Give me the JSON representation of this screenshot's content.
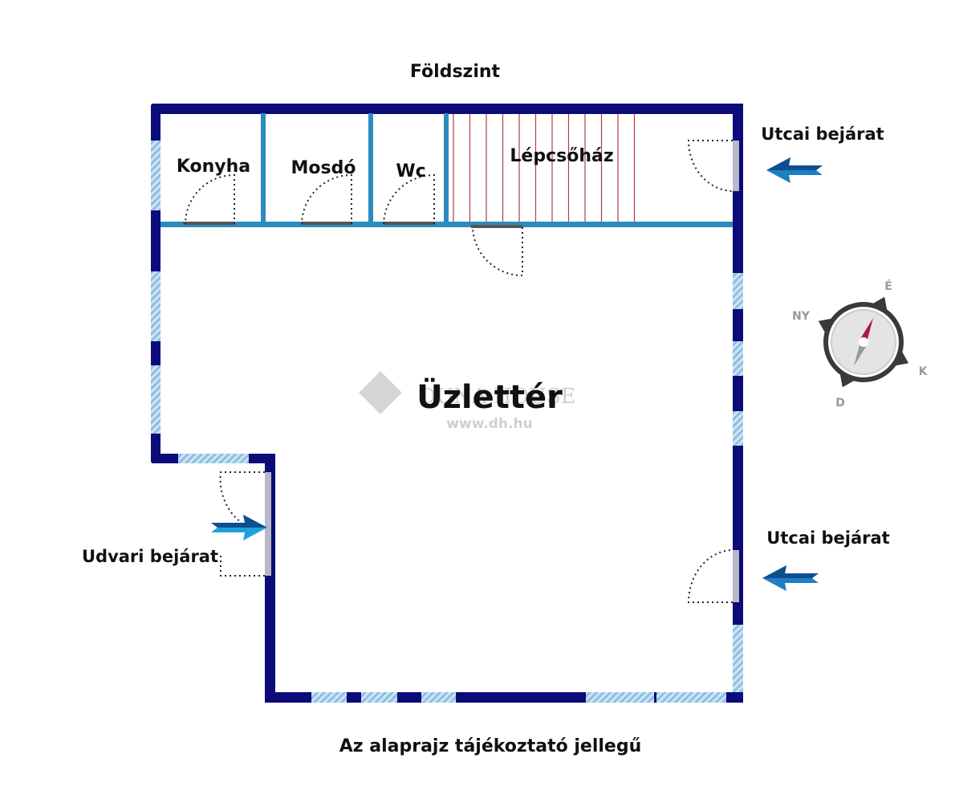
{
  "title": "Földszint",
  "rooms": {
    "kitchen": "Konyha",
    "washroom": "Mosdó",
    "wc": "Wc",
    "staircase": "Lépcsőház",
    "shop": "Üzlettér"
  },
  "entrances": {
    "street_top": "Utcai bejárat",
    "street_bottom": "Utcai bejárat",
    "courtyard": "Udvari bejárat"
  },
  "compass": {
    "north": "É",
    "east": "K",
    "south": "D",
    "west": "NY"
  },
  "watermark": {
    "brand": "DUNA HOUSE",
    "url": "www.dh.hu"
  },
  "footer": "Az alaprajz tájékoztató jellegű",
  "colors": {
    "wall": "#0b0b7a",
    "partition": "#2b8cbf",
    "window": "#a9cde8",
    "stairs": "#b04040",
    "arrow": "#1f7fc4",
    "compass_needle": "#b0144f"
  }
}
